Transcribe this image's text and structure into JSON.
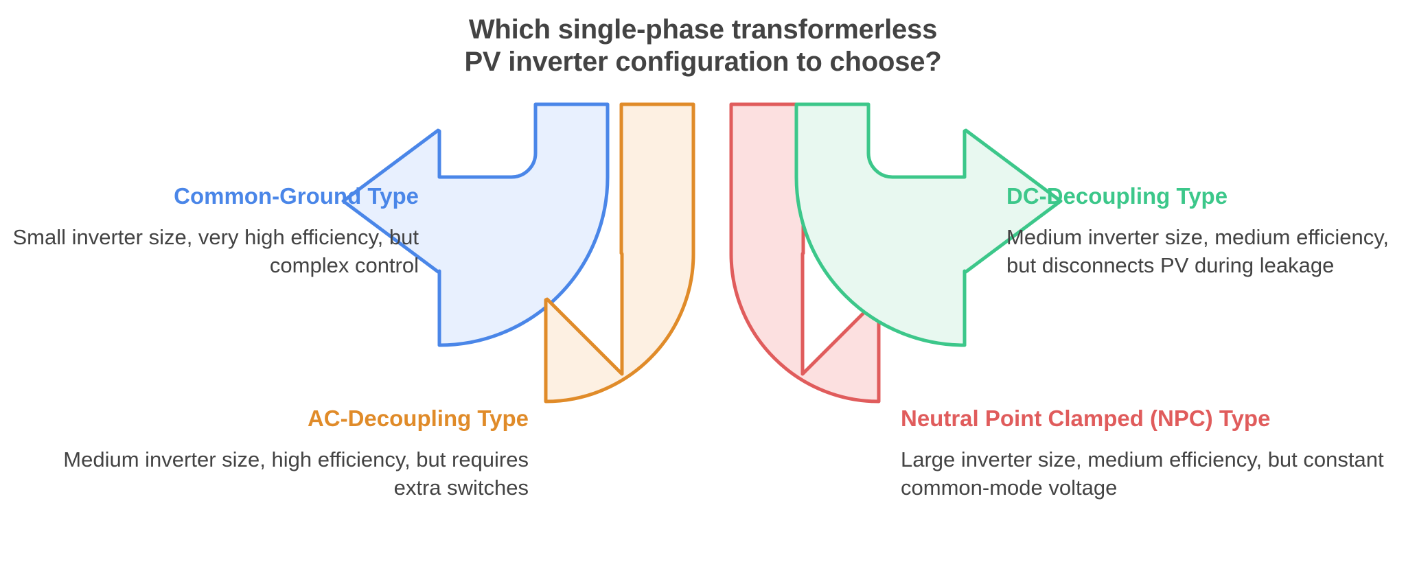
{
  "title": {
    "line1": "Which single-phase transformerless",
    "line2": "PV inverter configuration to choose?",
    "color": "#434343"
  },
  "options": [
    {
      "id": "common-ground",
      "heading": "Common-Ground Type",
      "body": "Small inverter size, very high efficiency, but complex control",
      "color": "#4a86e8",
      "fill": "#e8f0fe",
      "arrow": "curved-arrow-left",
      "position": "top-left"
    },
    {
      "id": "ac-decoupling",
      "heading": "AC-Decoupling Type",
      "body": "Medium inverter size, high efficiency, but requires extra switches",
      "color": "#e08b29",
      "fill": "#fdf0e2",
      "arrow": "curved-arrow-down-left",
      "position": "bottom-left"
    },
    {
      "id": "npc",
      "heading": "Neutral Point Clamped (NPC) Type",
      "body": "Large inverter size, medium efficiency, but constant common-mode voltage",
      "color": "#e05c5c",
      "fill": "#fce0e0",
      "arrow": "curved-arrow-down-right",
      "position": "bottom-right"
    },
    {
      "id": "dc-decoupling",
      "heading": "DC-Decoupling Type",
      "body": "Medium inverter size, medium efficiency, but disconnects PV during leakage",
      "color": "#3cc78a",
      "fill": "#e8f8f0",
      "arrow": "curved-arrow-right",
      "position": "top-right"
    }
  ],
  "background": "#ffffff"
}
